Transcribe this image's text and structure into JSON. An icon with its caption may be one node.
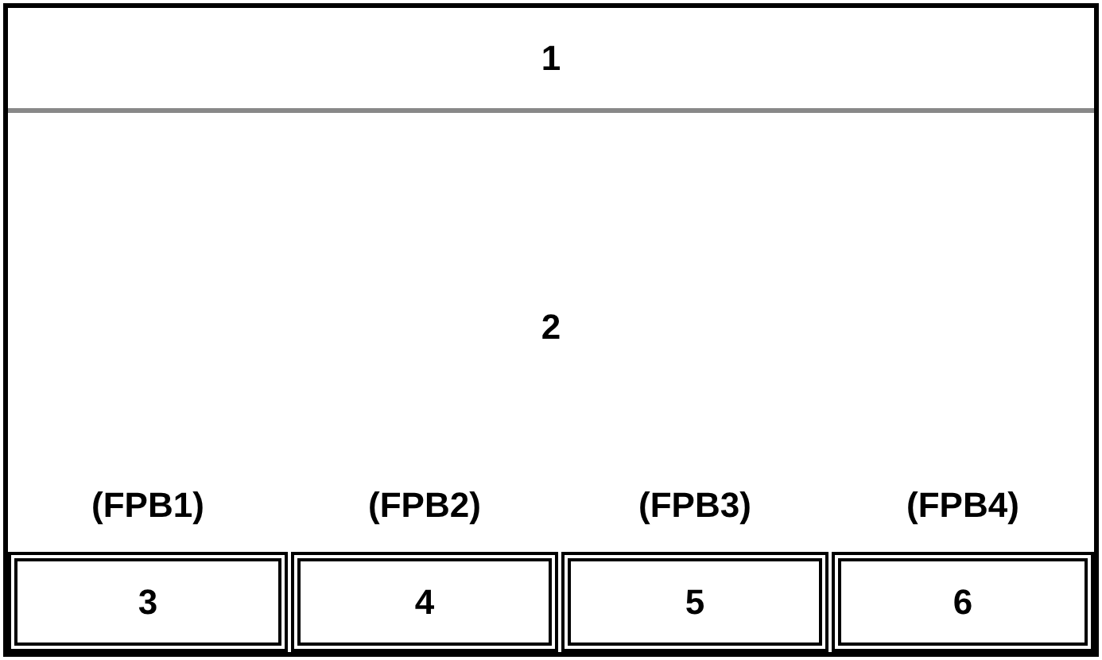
{
  "diagram": {
    "nodes": [
      {
        "text": [],
        "shape": "box"
      },
      {
        "text": [
          "1"
        ],
        "in": 0
      },
      {
        "text": [
          "2"
        ],
        "in": 0
      },
      {
        "text": [
          "3"
        ],
        "in": 0,
        "beside": [
          "(FPB1)"
        ]
      },
      {
        "text": [
          "4"
        ],
        "in": 0,
        "beside": [
          "(FPB2)"
        ]
      },
      {
        "text": [
          "5"
        ],
        "in": 0,
        "beside": [
          "(FPB3)"
        ]
      },
      {
        "text": [
          "6"
        ],
        "in": 0,
        "beside": [
          "(FPB4)"
        ]
      }
    ],
    "edges": []
  }
}
